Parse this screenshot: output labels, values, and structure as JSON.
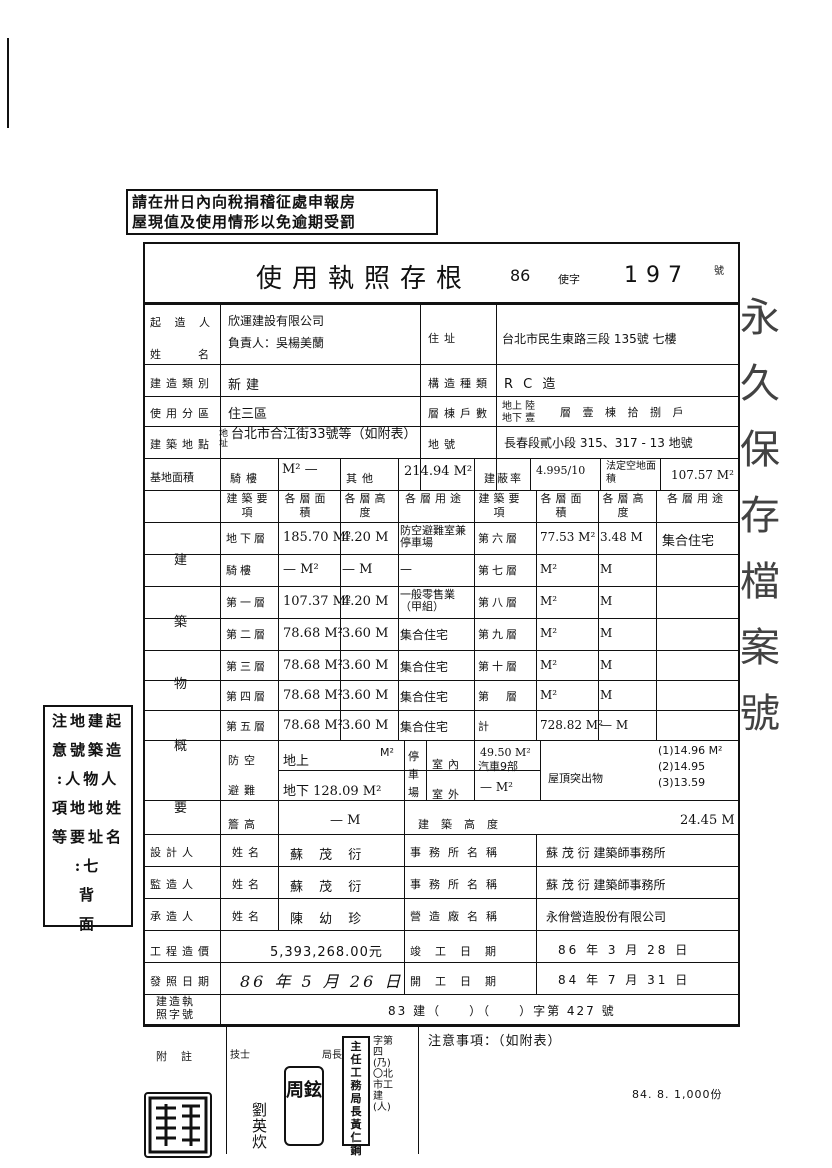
{
  "notice_stamp": {
    "line1": "請在卅日內向稅捐稽征處申報房",
    "line2": "屋現值及使用情形以免逾期受罰"
  },
  "side_stamp": {
    "lines": [
      "注地建起",
      "意號築造",
      ":人物人",
      "項地地姓",
      "等要址名",
      ":七",
      "背",
      "面"
    ]
  },
  "header": {
    "title": "使用執照存根",
    "year": "86",
    "zi": "使字",
    "number": "197",
    "hao": "號"
  },
  "row_owner": {
    "label": "起造人姓名",
    "company": "欣運建設有限公司",
    "rep": "負責人：吳楊美蘭",
    "addr_label": "住址",
    "address": "台北市民生東路三段 135號 七樓"
  },
  "row_type": {
    "label": "建造類別",
    "value": "新建",
    "struct_label": "構造種類",
    "struct_value": "R C 造"
  },
  "row_zone": {
    "label": "使用分區",
    "value": "住三區",
    "floors_label": "層棟戶數",
    "floors_above": "地上 陸",
    "floors_below": "地下 壹",
    "floors_value": "層 壹 棟 拾 捌 戶"
  },
  "row_site": {
    "label": "建築地點",
    "addr_tag": "地址",
    "value": "台北市合江街33號等（如附表）",
    "lot_label": "地號",
    "lot_value": "長春段貳小段 315、317 - 13 地號"
  },
  "row_area": {
    "label": "基地面積",
    "arcade_label": "騎樓",
    "arcade_value": "M² —",
    "other_label": "其他",
    "other_value": "214.94 M²",
    "coverage_label": "建蔽率",
    "coverage_value": "4.995/10",
    "legal_label": "法定空地面積",
    "legal_value": "107.57 M²"
  },
  "building_summary": {
    "label": "建築物概要",
    "headers": [
      "建築要項",
      "各層面積",
      "各層高度",
      "各層用途",
      "建築要項",
      "各層面積",
      "各層高度",
      "各層用途"
    ],
    "rows": [
      {
        "item_l": "地下層",
        "area_l": "185.70 M²",
        "height_l": "4.20 M",
        "use_l": "防空避難室兼停車場",
        "item_r": "第六層",
        "area_r": "77.53 M²",
        "height_r": "3.48 M",
        "use_r": "集合住宅"
      },
      {
        "item_l": "騎樓",
        "area_l": "— M²",
        "height_l": "— M",
        "use_l": "—",
        "item_r": "第七層",
        "area_r": "M²",
        "height_r": "M",
        "use_r": ""
      },
      {
        "item_l": "第一層",
        "area_l": "107.37 M²",
        "height_l": "4.20 M",
        "use_l": "一般零售業（甲組）",
        "item_r": "第八層",
        "area_r": "M²",
        "height_r": "M",
        "use_r": ""
      },
      {
        "item_l": "第二層",
        "area_l": "78.68 M²",
        "height_l": "3.60 M",
        "use_l": "集合住宅",
        "item_r": "第九層",
        "area_r": "M²",
        "height_r": "M",
        "use_r": ""
      },
      {
        "item_l": "第三層",
        "area_l": "78.68 M²",
        "height_l": "3.60 M",
        "use_l": "集合住宅",
        "item_r": "第十層",
        "area_r": "M²",
        "height_r": "M",
        "use_r": ""
      },
      {
        "item_l": "第四層",
        "area_l": "78.68 M²",
        "height_l": "3.60 M",
        "use_l": "集合住宅",
        "item_r": "第　層",
        "area_r": "M²",
        "height_r": "M",
        "use_r": ""
      },
      {
        "item_l": "第五層",
        "area_l": "78.68 M²",
        "height_l": "3.60 M",
        "use_l": "集合住宅",
        "item_r": "計",
        "area_r": "728.82 M²",
        "height_r": "— M",
        "use_r": ""
      }
    ]
  },
  "shelter_row": {
    "label_top": "防空",
    "label_bottom": "避難",
    "above": "地上",
    "above_unit": "M²",
    "below": "地下 128.09 M²",
    "parking_label": "停車場",
    "indoor_label": "室內",
    "indoor_value": "49.50 M²",
    "indoor_note": "汽車9部",
    "outdoor_label": "室外",
    "outdoor_value": "— M²",
    "roof_label": "屋頂突出物",
    "roof_values": [
      "(1)14.96 M²",
      "(2)14.95",
      "(3)13.59"
    ]
  },
  "height_row": {
    "label": "簷高",
    "value": "— M",
    "bh_label": "建築高度",
    "bh_value": "24.45 M"
  },
  "people": [
    {
      "role": "設計人",
      "name_label": "姓名",
      "name": "蘇 茂 衍",
      "org_label": "事務所名稱",
      "org": "蘇 茂 衍 建築師事務所"
    },
    {
      "role": "監造人",
      "name_label": "姓名",
      "name": "蘇 茂 衍",
      "org_label": "事務所名稱",
      "org": "蘇 茂 衍 建築師事務所"
    },
    {
      "role": "承造人",
      "name_label": "姓名",
      "name": "陳 幼 珍",
      "org_label": "營造廠名稱",
      "org": "永佾營造股份有限公司"
    }
  ],
  "cost_row": {
    "label": "工程造價",
    "value": "5,393,268.00元",
    "done_label": "竣工日期",
    "done_value": "86 年 3 月 28 日"
  },
  "issue_row": {
    "label": "發照日期",
    "value": "86 年 5 月 26 日",
    "start_label": "開工日期",
    "start_value": "84 年 7 月 31 日"
  },
  "permit_row": {
    "label": "建造執照字號",
    "value": "83 建（　　）（　　）字第 427 號"
  },
  "attachment": {
    "label": "附註",
    "notes": "注意事項：（如附表）",
    "officer_name": "劉英炊",
    "seal_round": "周鉉",
    "seal_chief": "黃仁鋼",
    "seal_title": "主任工務局長",
    "chief_label": "局長",
    "officer_label": "技士",
    "dept_note": "字第四(乃)〇北市工建(人)",
    "print_note": "84. 8. 1,000份"
  },
  "margin": {
    "side_text": "永久 保 存 檔 案 號"
  }
}
